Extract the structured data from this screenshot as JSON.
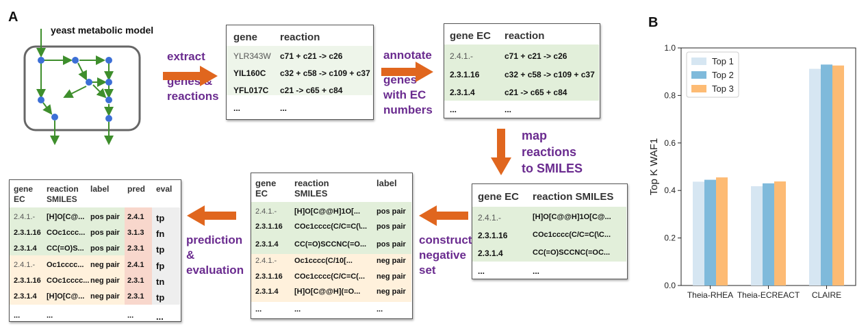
{
  "panels": {
    "a": "A",
    "b": "B"
  },
  "model_label": "yeast metabolic model",
  "steps": {
    "extract": [
      "extract",
      "",
      "genes &",
      "reactions"
    ],
    "annotate": [
      "annotate",
      "",
      "genes",
      "with EC",
      "numbers"
    ],
    "map": [
      "map",
      "reactions",
      "to SMILES"
    ],
    "construct": [
      "construct",
      "negative",
      "set"
    ],
    "prediction": [
      "prediction",
      "&",
      "evaluation"
    ]
  },
  "table1": {
    "headers": [
      "gene",
      "reaction"
    ],
    "rows": [
      [
        "YLR343W",
        "c71 + c21 -> c26"
      ],
      [
        "YIL160C",
        "c32 + c58 -> c109 + c37"
      ],
      [
        "YFL017C",
        "c21 -> c65 + c84"
      ],
      [
        "...",
        "..."
      ]
    ]
  },
  "table2": {
    "headers": [
      "gene EC",
      "reaction"
    ],
    "rows": [
      [
        "2.4.1.-",
        "c71 + c21 -> c26"
      ],
      [
        "2.3.1.16",
        "c32 + c58 -> c109 + c37"
      ],
      [
        "2.3.1.4",
        "c21 -> c65 + c84"
      ],
      [
        "...",
        "..."
      ]
    ]
  },
  "table3": {
    "headers": [
      "gene EC",
      "reaction SMILES"
    ],
    "rows": [
      [
        "2.4.1.-",
        "[H]O[C@@H]1O[C@..."
      ],
      [
        "2.3.1.16",
        "COc1cccc(C/C=C(\\C..."
      ],
      [
        "2.3.1.4",
        "CC(=O)SCCNC(=OC..."
      ],
      [
        "...",
        "..."
      ]
    ]
  },
  "table4": {
    "headers": [
      "gene\nEC",
      "reaction\nSMILES",
      "label"
    ],
    "rows": [
      [
        "2.4.1.-",
        "[H]O[C@@H]1O[...",
        "pos pair"
      ],
      [
        "2.3.1.16",
        "COc1cccc(C/C=C(\\...",
        "pos pair"
      ],
      [
        "2.3.1.4",
        "CC(=O)SCCNC(=O...",
        "pos pair"
      ],
      [
        "2.4.1.-",
        "Oc1cccc(C/10[...",
        "neg pair"
      ],
      [
        "2.3.1.16",
        "COc1cccc(C/C=C(...",
        "neg pair"
      ],
      [
        "2.3.1.4",
        "[H]O[C@@H](=O...",
        "neg pair"
      ],
      [
        "...",
        "...",
        "..."
      ]
    ]
  },
  "table5": {
    "headers": [
      "gene\nEC",
      "reaction\nSMILES",
      "label",
      "pred",
      "eval"
    ],
    "rows": [
      [
        "2.4.1.-",
        "[H]O[C@...",
        "pos pair",
        "2.4.1",
        "tp"
      ],
      [
        "2.3.1.16",
        "COc1ccc...",
        "pos pair",
        "3.1.3",
        "fn"
      ],
      [
        "2.3.1.4",
        "CC(=O)S...",
        "pos pair",
        "2.3.1",
        "tp"
      ],
      [
        "2.4.1.-",
        "Oc1cccc...",
        "neg pair",
        "2.4.1",
        "fp"
      ],
      [
        "2.3.1.16",
        "COc1cccc...",
        "neg pair",
        "2.3.1",
        "tn"
      ],
      [
        "2.3.1.4",
        "[H]O[C@...",
        "neg pair",
        "2.3.1",
        "tp"
      ],
      [
        "...",
        "...",
        "",
        "...",
        "..."
      ]
    ]
  },
  "colors": {
    "arrow": "#e0661e",
    "purple": "#6a2b8f",
    "network_node": "#3c6fd6",
    "network_edge": "#3e8e2c",
    "top1": "#d6e6f2",
    "top2": "#7fbadb",
    "top3": "#fdbb74"
  },
  "chart_data": {
    "type": "bar",
    "categories": [
      "Theia-RHEA",
      "Theia-ECREACT",
      "CLAIRE"
    ],
    "series": [
      {
        "name": "Top 1",
        "values": [
          0.437,
          0.418,
          0.912
        ]
      },
      {
        "name": "Top 2",
        "values": [
          0.445,
          0.43,
          0.93
        ]
      },
      {
        "name": "Top 3",
        "values": [
          0.455,
          0.438,
          0.926
        ]
      }
    ],
    "ylabel": "Top K WAF1",
    "xlabel": "",
    "ylim": [
      0.0,
      1.0
    ],
    "yticks": [
      "0.0",
      "0.2",
      "0.4",
      "0.6",
      "0.8",
      "1.0"
    ],
    "legend": "top-left",
    "grid": false
  }
}
